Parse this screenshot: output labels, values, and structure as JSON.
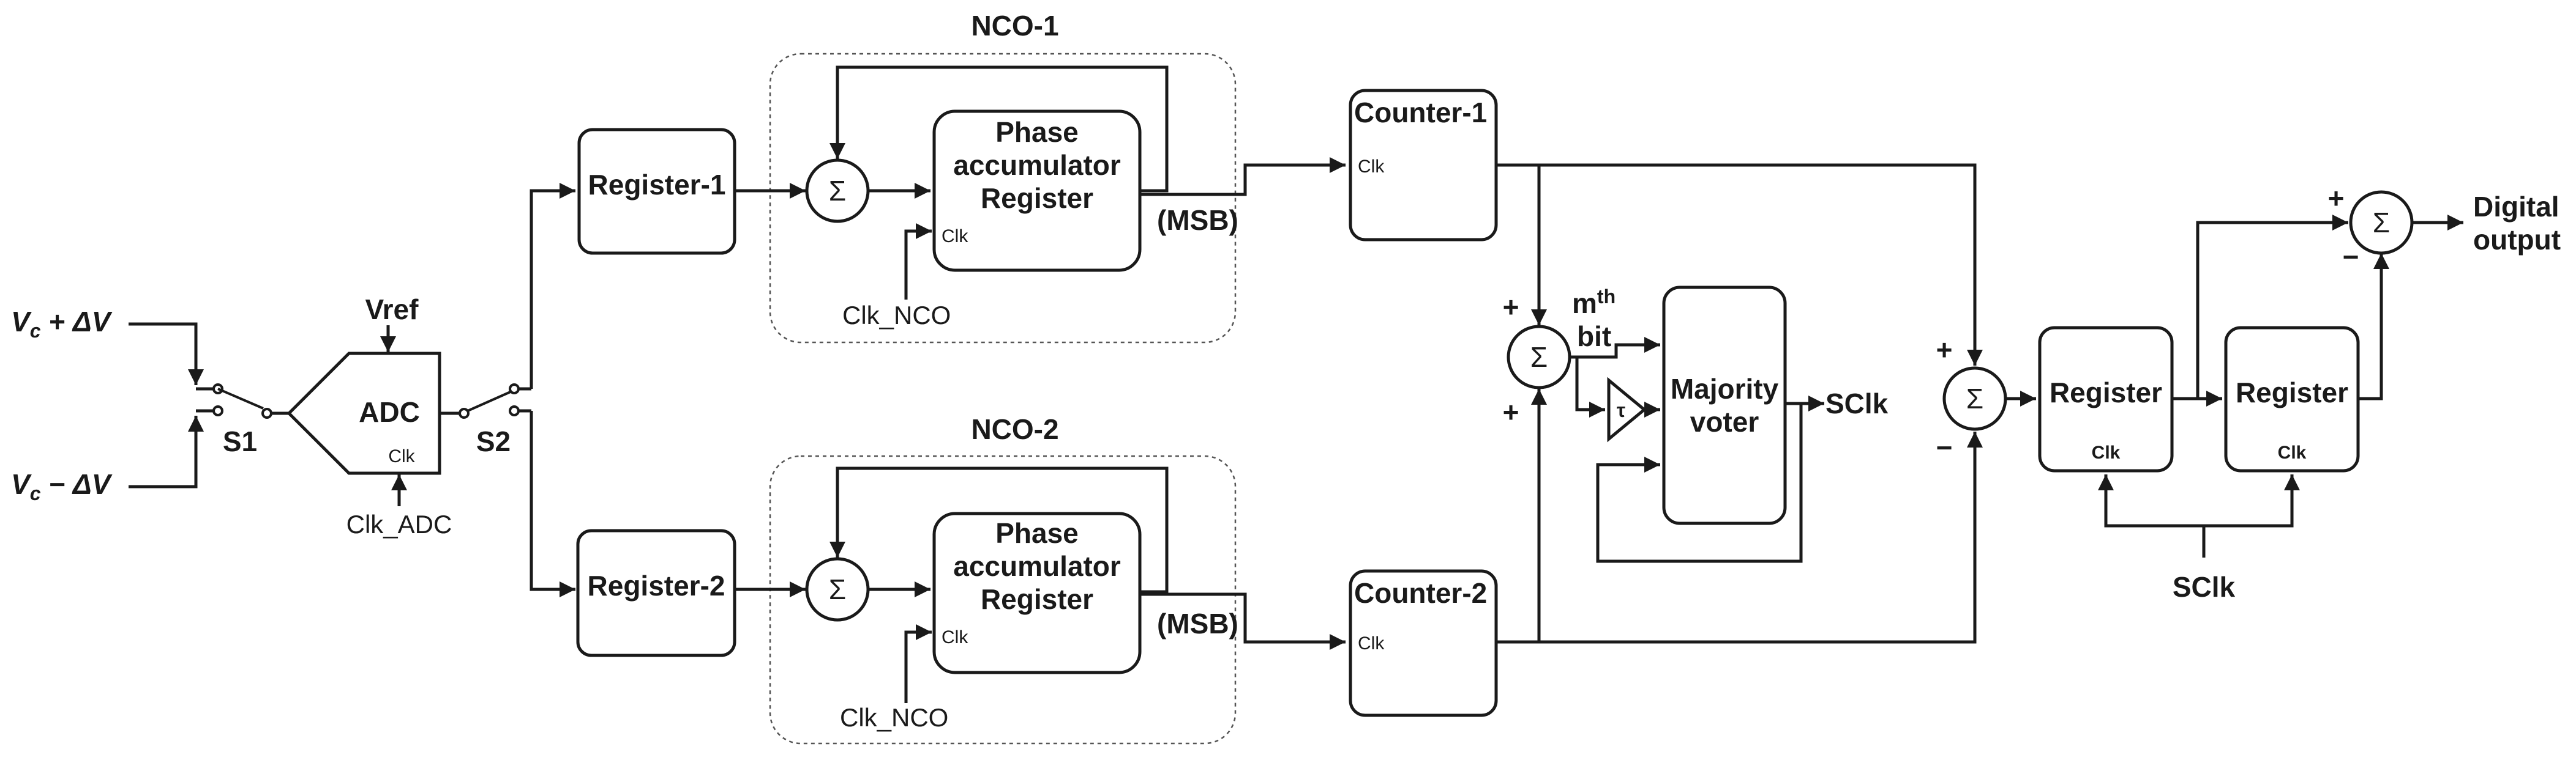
{
  "diagram": {
    "inputs": {
      "vplus_main": "V",
      "vplus_sub": "c",
      "vplus_rest": " + ΔV",
      "vminus_main": "V",
      "vminus_sub": "c",
      "vminus_rest": " − ΔV"
    },
    "switches": {
      "s1": "S1",
      "s2": "S2"
    },
    "adc": {
      "label": "ADC",
      "ref": "Vref",
      "clk": "Clk",
      "clk_source": "Clk_ADC"
    },
    "registers": {
      "r1": "Register-1",
      "r2": "Register-2"
    },
    "nco1": {
      "title": "NCO-1",
      "sum": "Σ",
      "acc_line1": "Phase",
      "acc_line2": "accumulator",
      "acc_line3": "Register",
      "clk": "Clk",
      "clk_source": "Clk_NCO",
      "msb": "(MSB)"
    },
    "nco2": {
      "title": "NCO-2",
      "sum": "Σ",
      "acc_line1": "Phase",
      "acc_line2": "accumulator",
      "acc_line3": "Register",
      "clk": "Clk",
      "clk_source": "Clk_NCO",
      "msb": "(MSB)"
    },
    "counters": {
      "c1": "Counter-1",
      "c2": "Counter-2",
      "clk": "Clk"
    },
    "voter": {
      "sum": "Σ",
      "plus_top": "+",
      "plus_bottom": "+",
      "mth_m": "m",
      "mth_sup": "th",
      "mth_bit": "bit",
      "tau": "τ",
      "line1": "Majority",
      "line2": "voter",
      "output": "SClk"
    },
    "diff": {
      "sum": "Σ",
      "plus": "+",
      "minus": "−"
    },
    "out_registers": {
      "r_a": "Register",
      "r_b": "Register",
      "clk": "Clk",
      "sclk": "SClk"
    },
    "final": {
      "sum": "Σ",
      "plus": "+",
      "minus": "−",
      "out_line1": "Digital",
      "out_line2": "output"
    }
  }
}
